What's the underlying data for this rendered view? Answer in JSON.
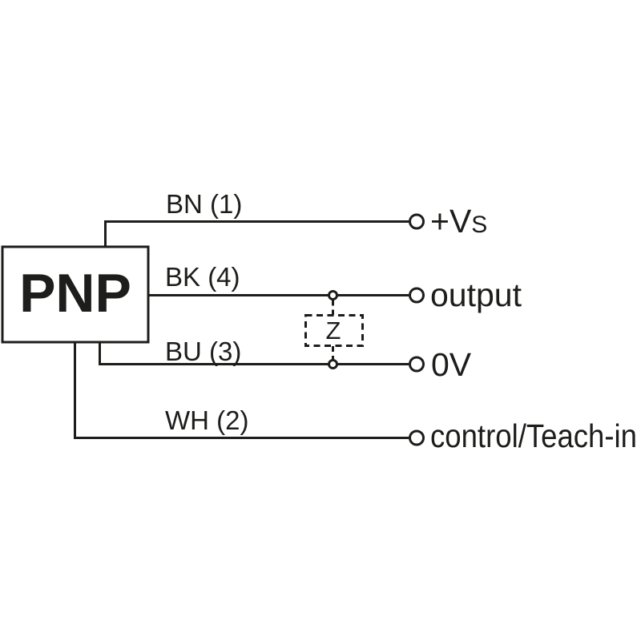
{
  "colors": {
    "ink": "#1d1d1b",
    "background": "#ffffff"
  },
  "device": {
    "label": "PNP"
  },
  "load": {
    "label": "Z"
  },
  "wires": [
    {
      "label": "BN (1)",
      "terminal": "+V",
      "terminal_subscript": "S"
    },
    {
      "label": "BK (4)",
      "terminal": "output"
    },
    {
      "label": "BU (3)",
      "terminal": "0V"
    },
    {
      "label": "WH (2)",
      "terminal": "control/Teach-in"
    }
  ]
}
